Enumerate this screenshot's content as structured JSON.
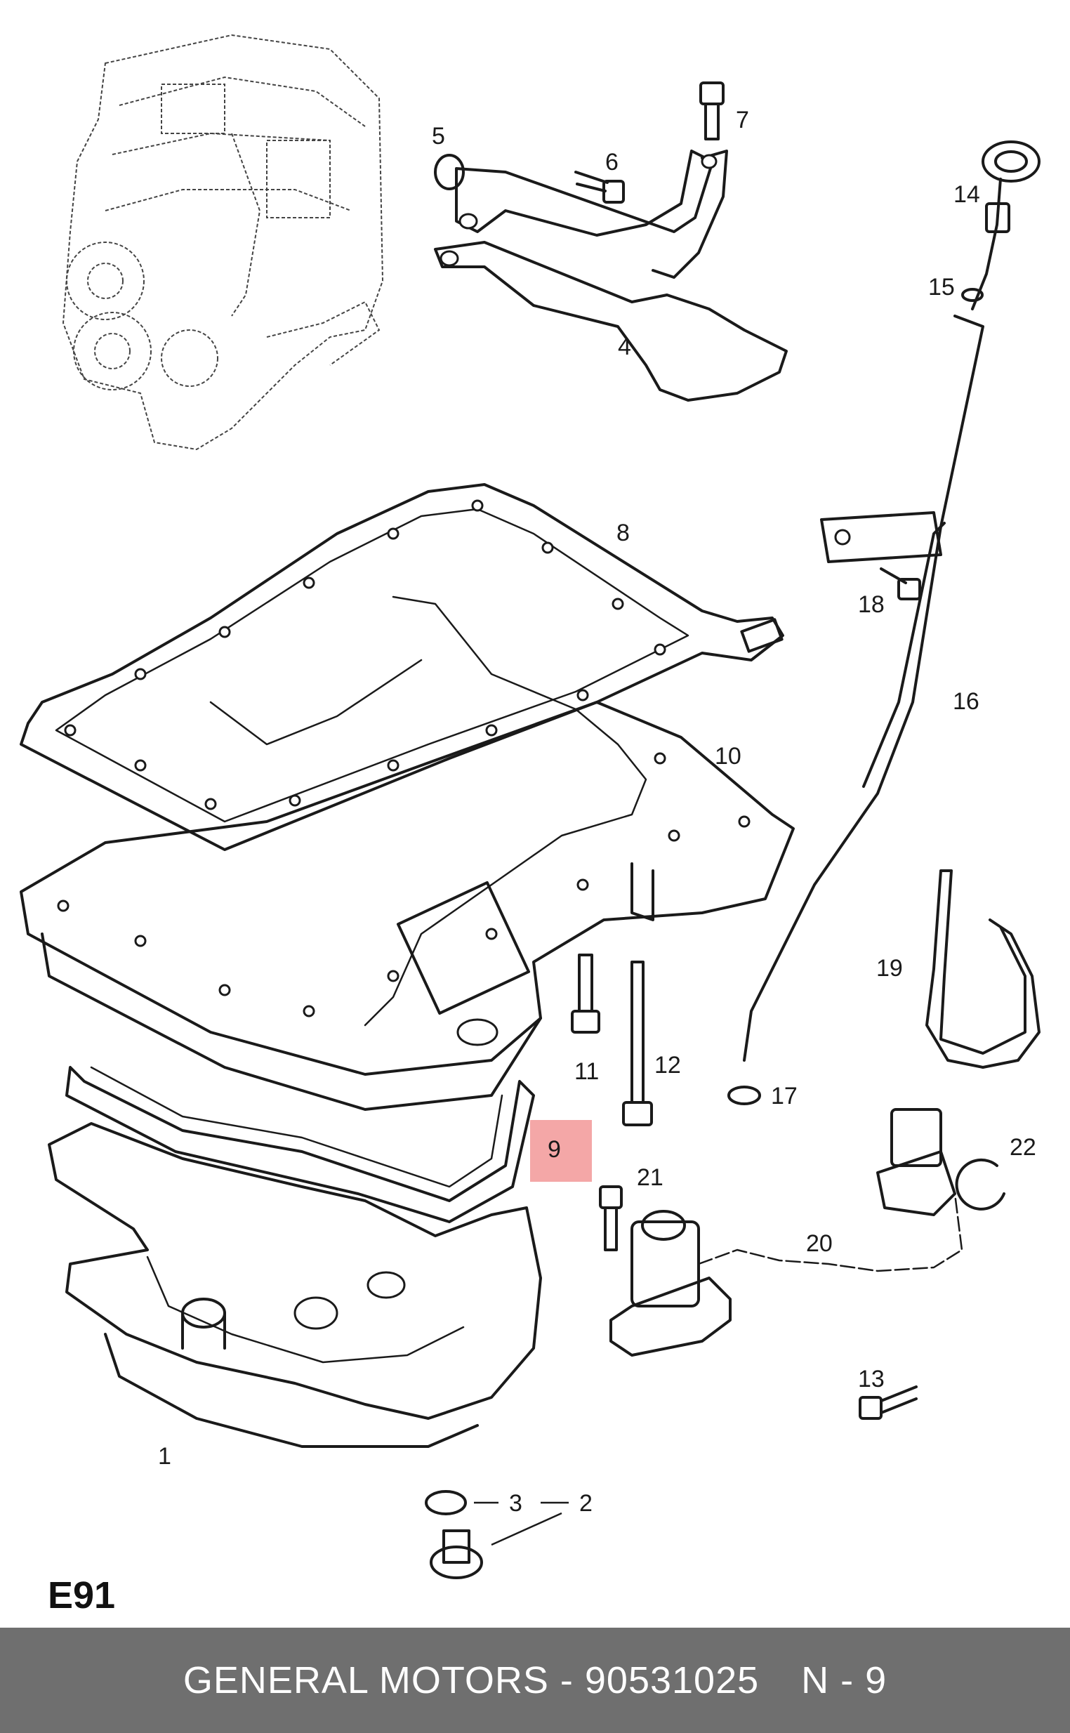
{
  "diagram": {
    "code": "E91",
    "highlight_color": "#f4a7a7",
    "labels": [
      "1",
      "2",
      "3",
      "4",
      "5",
      "6",
      "7",
      "8",
      "9",
      "10",
      "11",
      "12",
      "13",
      "14",
      "15",
      "16",
      "17",
      "18",
      "19",
      "20",
      "21",
      "22"
    ],
    "highlighted": "9"
  },
  "footer": {
    "brand_part": "GENERAL MOTORS - 90531025",
    "position": "N - 9"
  }
}
